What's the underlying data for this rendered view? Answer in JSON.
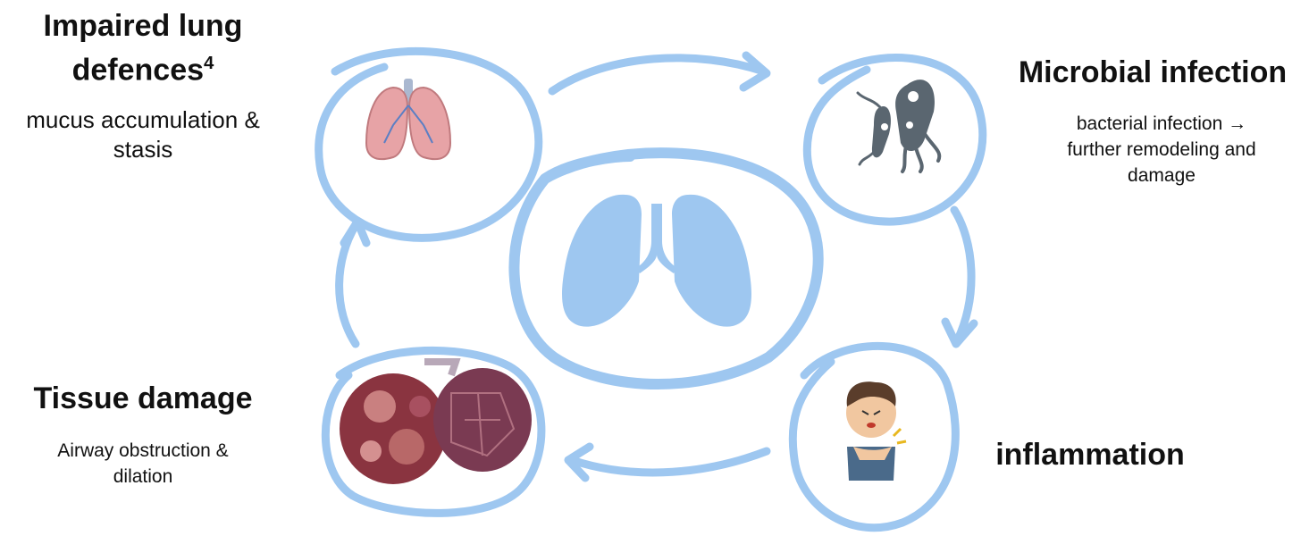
{
  "stages": {
    "impaired": {
      "title": "Impaired lung defences",
      "superscript": "4",
      "description_line1": "mucus accumulation &",
      "description_line2": "stasis",
      "icon": "lungs-anatomy-icon"
    },
    "microbial": {
      "title": "Microbial infection",
      "description_line1": "bacterial infection →",
      "description_line2": "further remodeling and",
      "description_line3": "damage",
      "icon": "bacteria-icon"
    },
    "inflammation": {
      "title": "inflammation",
      "icon": "person-chest-pain-icon"
    },
    "tissue": {
      "title": "Tissue damage",
      "description_line1": "Airway obstruction &",
      "description_line2": "dilation",
      "icon": "damaged-lung-tissue-icon"
    }
  },
  "center_icon": "lungs-silhouette-icon",
  "colors": {
    "cycle_stroke": "#9ec7f0",
    "lung_fill": "#9ec7f0",
    "bacteria": "#5a6670"
  }
}
